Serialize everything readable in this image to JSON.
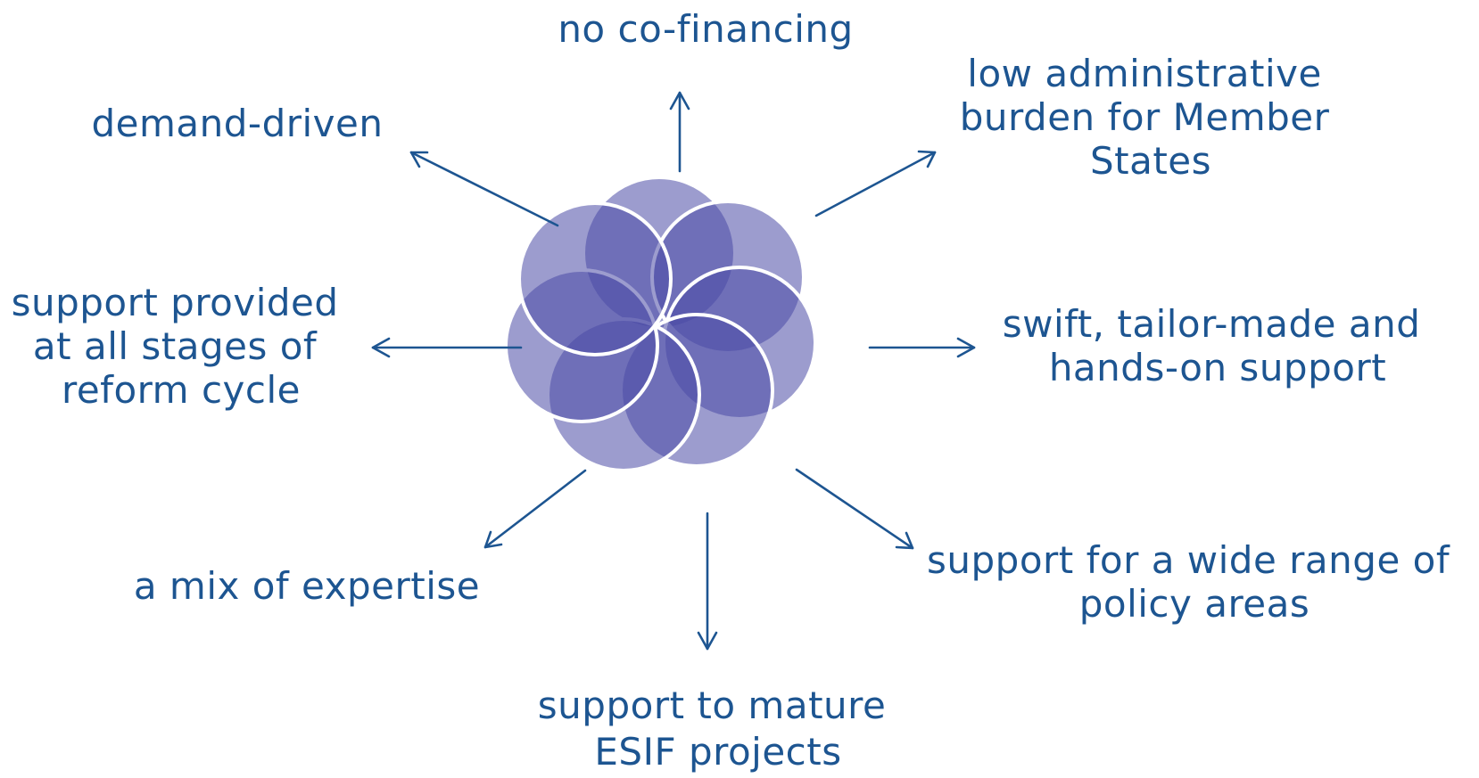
{
  "diagram": {
    "center": {
      "icon": "overlapping-circles-flower-icon",
      "fill_color": "#4a4aa6",
      "fill_opacity": 0.55,
      "outline_color": "#ffffff"
    },
    "text_color": "#1d5591",
    "labels": [
      {
        "key": "no_cofinancing",
        "lines": [
          "no co-financing"
        ]
      },
      {
        "key": "low_admin",
        "lines": [
          "low administrative",
          "burden for Member",
          "States"
        ]
      },
      {
        "key": "swift",
        "lines": [
          "swift, tailor-made and",
          "hands-on support"
        ]
      },
      {
        "key": "wide_range",
        "lines": [
          "support for a wide range of",
          "policy areas"
        ]
      },
      {
        "key": "esif",
        "lines": [
          "support to mature",
          "ESIF projects"
        ]
      },
      {
        "key": "mix",
        "lines": [
          "a mix of expertise"
        ]
      },
      {
        "key": "reform_cycle",
        "lines": [
          "support provided",
          "at all stages of",
          "reform cycle"
        ]
      },
      {
        "key": "demand",
        "lines": [
          "demand-driven"
        ]
      }
    ]
  }
}
